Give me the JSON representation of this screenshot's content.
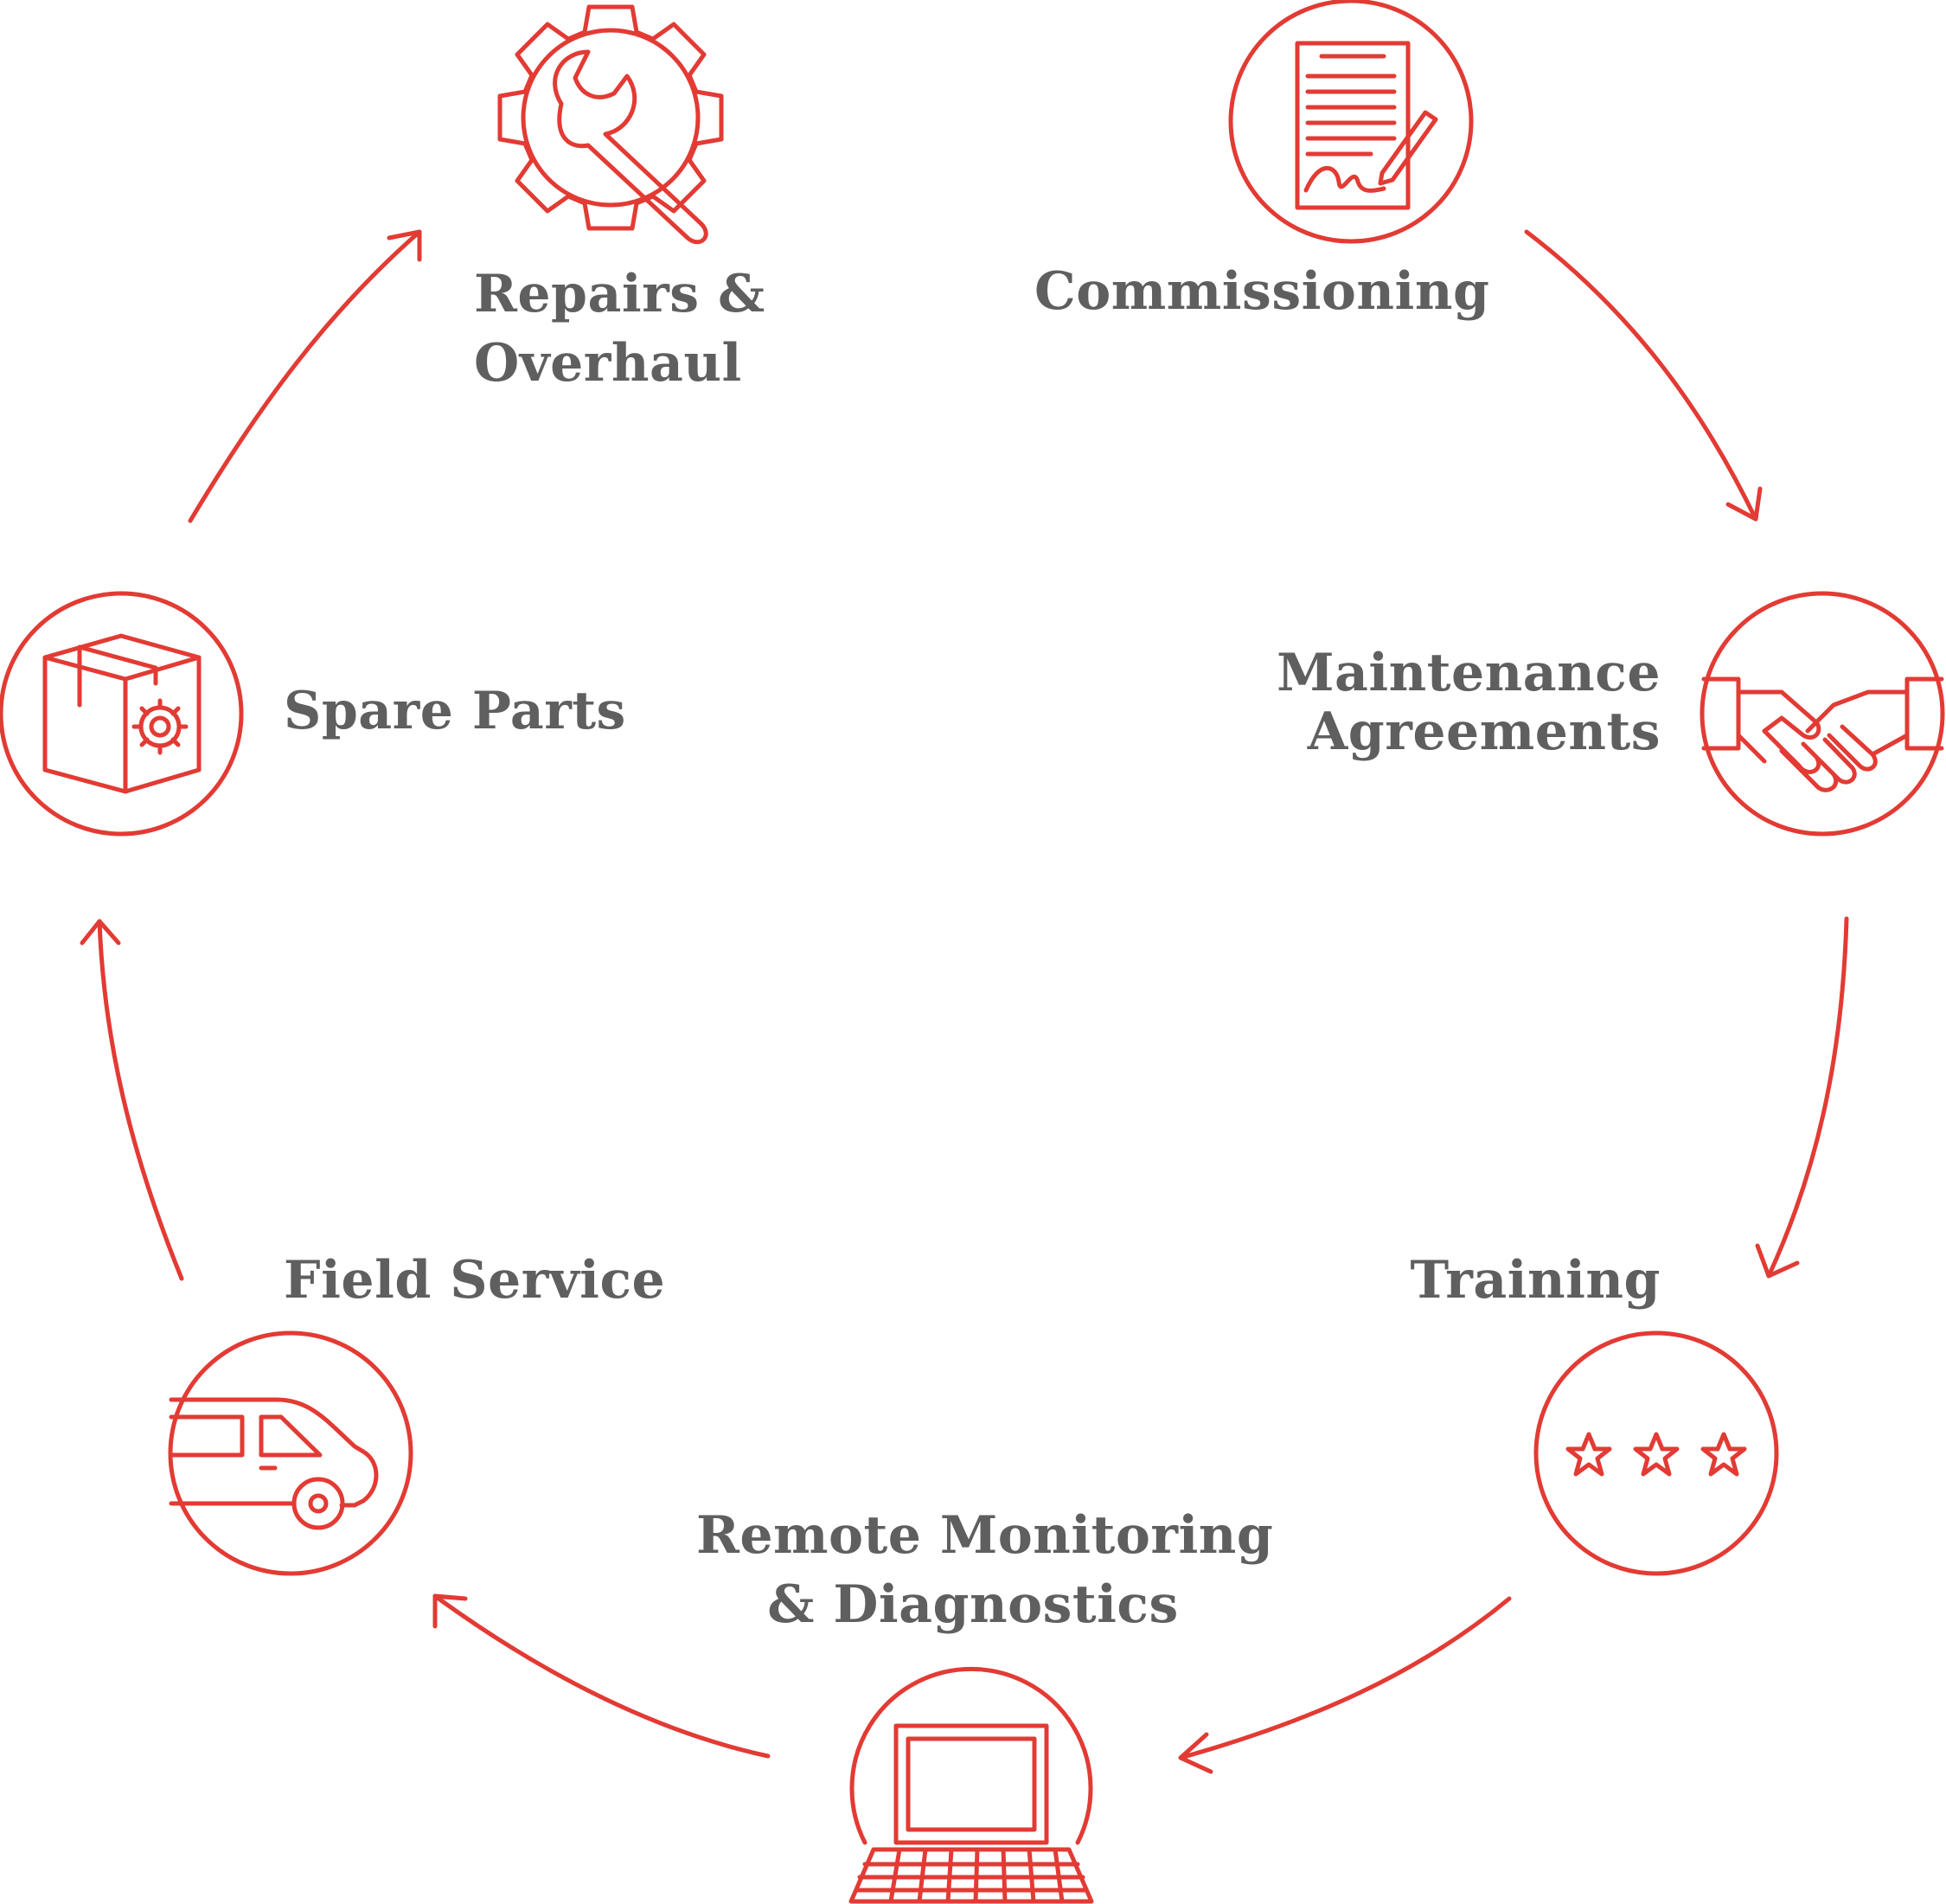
{
  "colors": {
    "accent": "#e23b34",
    "text": "#5f5f5f",
    "background": "#ffffff"
  },
  "steps": [
    {
      "id": "repairs",
      "icon": "gear-wrench-icon",
      "lines": [
        "Repairs &",
        "Overhaul"
      ]
    },
    {
      "id": "commissioning",
      "icon": "signed-document-icon",
      "lines": [
        "Commissioning"
      ]
    },
    {
      "id": "maintenance",
      "icon": "handshake-icon",
      "lines": [
        "Maintenance",
        "Agreements"
      ]
    },
    {
      "id": "training",
      "icon": "three-stars-icon",
      "lines": [
        "Training"
      ]
    },
    {
      "id": "remote",
      "icon": "laptop-icon",
      "lines": [
        "Remote Monitoring",
        "& Diagnostics"
      ]
    },
    {
      "id": "field",
      "icon": "van-icon",
      "lines": [
        "Field Service"
      ]
    },
    {
      "id": "spare",
      "icon": "box-gear-icon",
      "lines": [
        "Spare Parts"
      ]
    }
  ]
}
